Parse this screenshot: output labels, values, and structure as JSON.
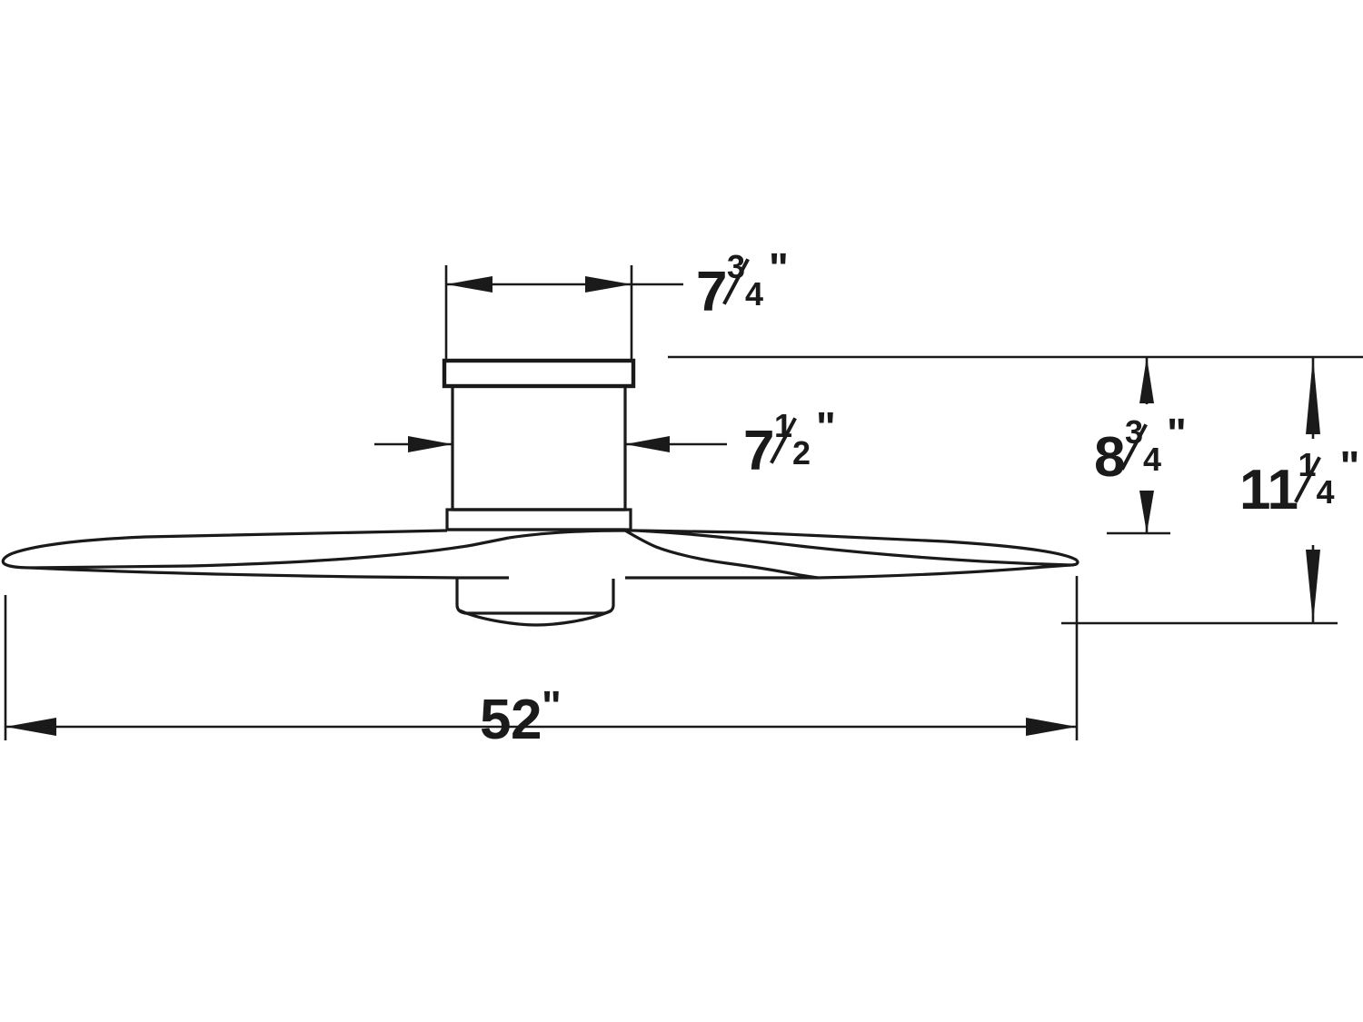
{
  "drawing": {
    "title": "Ceiling Fan Dimension Drawing",
    "subject": "52-inch low-profile ceiling fan, side elevation with dimension callouts",
    "background_color": "#ffffff",
    "line_color": "#1a1a1a",
    "units": "inches"
  },
  "dimensions": {
    "canopy_width": {
      "label_whole": "7",
      "label_numerator": "3",
      "label_denominator": "4",
      "label_inch": "\"",
      "full_text": "7¾\"",
      "value": 7.75,
      "orientation": "horizontal",
      "describes": "motor housing top width"
    },
    "housing_width": {
      "label_whole": "7",
      "label_numerator": "1",
      "label_denominator": "2",
      "label_inch": "\"",
      "full_text": "7½\"",
      "value": 7.5,
      "orientation": "horizontal",
      "describes": "motor housing body width"
    },
    "housing_height": {
      "label_whole": "8",
      "label_numerator": "3",
      "label_denominator": "4",
      "label_inch": "\"",
      "full_text": "8¾\"",
      "value": 8.75,
      "orientation": "vertical",
      "describes": "ceiling to blade plane height"
    },
    "overall_height": {
      "label_whole": "11",
      "label_numerator": "1",
      "label_denominator": "4",
      "label_inch": "\"",
      "full_text": "11¼\"",
      "value": 11.25,
      "orientation": "vertical",
      "describes": "overall fan height"
    },
    "blade_span": {
      "label_whole": "52",
      "label_inch": "\"",
      "full_text": "52\"",
      "value": 52,
      "orientation": "horizontal",
      "describes": "blade sweep diameter"
    }
  }
}
